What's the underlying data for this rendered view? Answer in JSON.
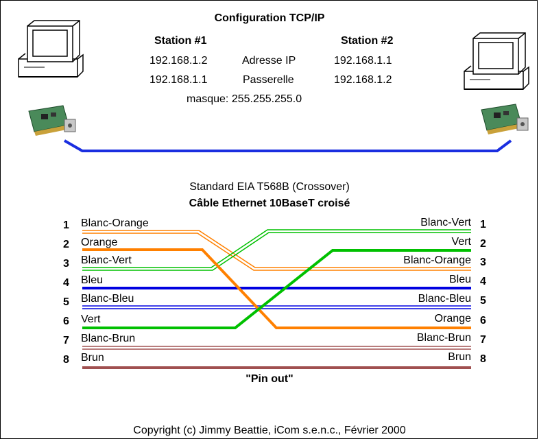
{
  "config": {
    "title": "Configuration TCP/IP",
    "station1": "Station #1",
    "station2": "Station #2",
    "ip_label": "Adresse IP",
    "ip1": "192.168.1.2",
    "ip2": "192.168.1.1",
    "gw_label": "Passerelle",
    "gw1": "192.168.1.1",
    "gw2": "192.168.1.2",
    "mask": "masque: 255.255.255.0"
  },
  "cable": {
    "standard": "Standard EIA T568B (Crossover)",
    "title": "Câble Ethernet 10BaseT croisé",
    "pinout": "\"Pin out\"",
    "left_pins": [
      {
        "num": "1",
        "label": "Blanc-Orange"
      },
      {
        "num": "2",
        "label": "Orange"
      },
      {
        "num": "3",
        "label": "Blanc-Vert"
      },
      {
        "num": "4",
        "label": "Bleu"
      },
      {
        "num": "5",
        "label": "Blanc-Bleu"
      },
      {
        "num": "6",
        "label": "Vert"
      },
      {
        "num": "7",
        "label": "Blanc-Brun"
      },
      {
        "num": "8",
        "label": "Brun"
      }
    ],
    "right_pins": [
      {
        "num": "1",
        "label": "Blanc-Vert"
      },
      {
        "num": "2",
        "label": "Vert"
      },
      {
        "num": "3",
        "label": "Blanc-Orange"
      },
      {
        "num": "4",
        "label": "Bleu"
      },
      {
        "num": "5",
        "label": "Blanc-Bleu"
      },
      {
        "num": "6",
        "label": "Orange"
      },
      {
        "num": "7",
        "label": "Blanc-Brun"
      },
      {
        "num": "8",
        "label": "Brun"
      }
    ]
  },
  "copyright": "Copyright (c) Jimmy Beattie, iCom s.e.n.c., Février 2000",
  "colors": {
    "orange": "#ff8000",
    "green": "#00c000",
    "blue": "#0000e0",
    "brown": "#a05050",
    "network": "#1a2ee0"
  },
  "icons": [
    "computer-icon",
    "network-card-icon"
  ]
}
